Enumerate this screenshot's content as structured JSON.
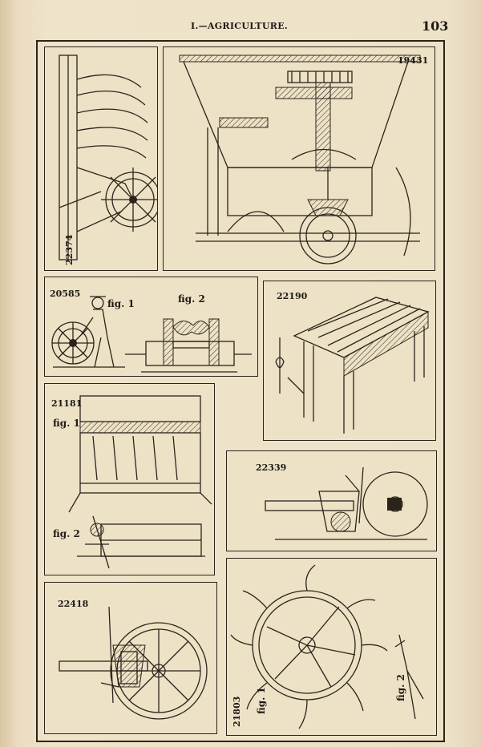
{
  "header": {
    "running_head": "I.—AGRICULTURE.",
    "page_number": "103"
  },
  "figures": [
    {
      "id": "22374",
      "labels": []
    },
    {
      "id": "19431",
      "labels": []
    },
    {
      "id": "20585",
      "labels": [
        "fig. 1",
        "fig. 2"
      ]
    },
    {
      "id": "22190",
      "labels": []
    },
    {
      "id": "21181",
      "labels": [
        "fig. 1",
        "fig. 2"
      ]
    },
    {
      "id": "22339",
      "labels": []
    },
    {
      "id": "22418",
      "labels": []
    },
    {
      "id": "21803",
      "labels": [
        "fig. 1",
        "fig. 2"
      ]
    }
  ]
}
